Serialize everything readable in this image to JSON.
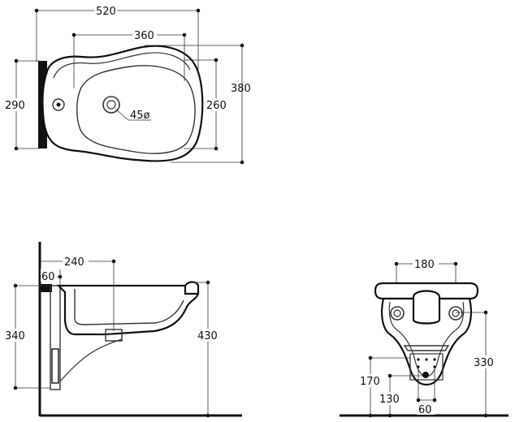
{
  "top_view": {
    "width_overall": "520",
    "width_basin": "360",
    "depth_overall": "380",
    "depth_basin": "260",
    "depth_back": "290",
    "tap_hole": "45ø"
  },
  "side_view": {
    "projection": "240",
    "wall_offset": "60",
    "rim_height": "340",
    "overall_height": "430"
  },
  "front_view": {
    "fixing_spacing": "180",
    "outlet_height": "170",
    "fixing_low": "130",
    "outlet_spacing": "60",
    "fixing_height": "330"
  },
  "colors": {
    "line": "#111111",
    "dim_line": "#333333",
    "background": "#ffffff"
  }
}
